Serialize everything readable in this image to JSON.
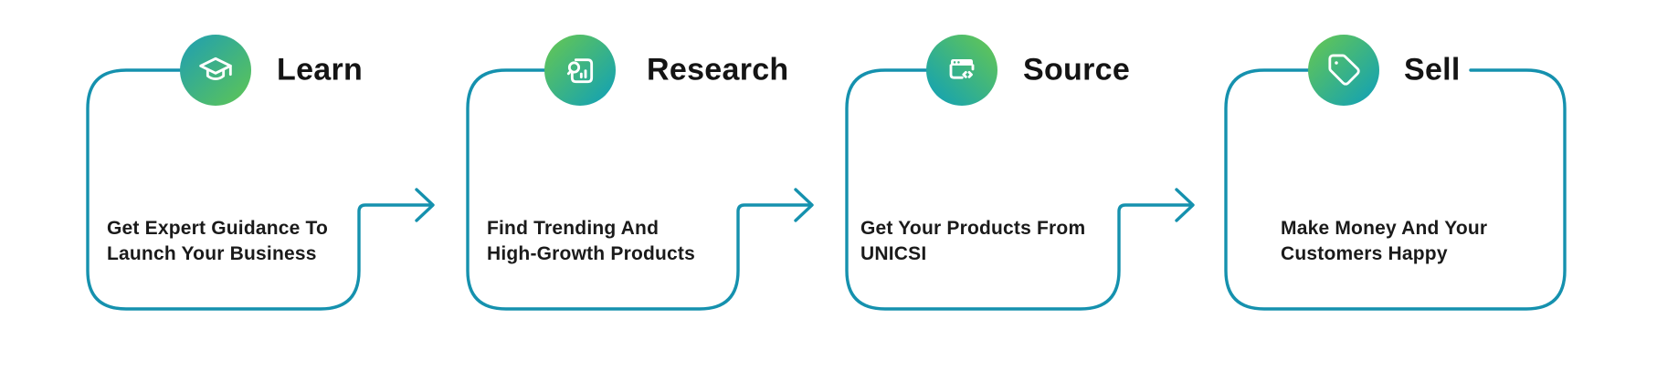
{
  "diagram": {
    "accent_color": "#1591AE",
    "icon_foreground_color": "#FFFFFF",
    "text_color": "#141414",
    "steps": [
      {
        "label": "Learn",
        "icon": "graduation-cap-icon",
        "line1": "Get Expert Guidance To",
        "line2": "Launch Your Business",
        "badge_gradient": [
          "#1E9EB4",
          "#5FC653"
        ]
      },
      {
        "label": "Research",
        "icon": "magnifier-chart-icon",
        "line1": "Find Trending And",
        "line2": "High-Growth Products",
        "badge_gradient": [
          "#68C84F",
          "#0E9FBA"
        ]
      },
      {
        "label": "Source",
        "icon": "browser-code-icon",
        "line1": "Get Your Products From",
        "line2": "UNICSI",
        "badge_gradient": [
          "#68C84F",
          "#0E9FBA"
        ]
      },
      {
        "label": "Sell",
        "icon": "price-tag-icon",
        "line1": "Make Money And Your",
        "line2": "Customers Happy",
        "badge_gradient": [
          "#68C84F",
          "#0E9FBA"
        ]
      }
    ]
  }
}
